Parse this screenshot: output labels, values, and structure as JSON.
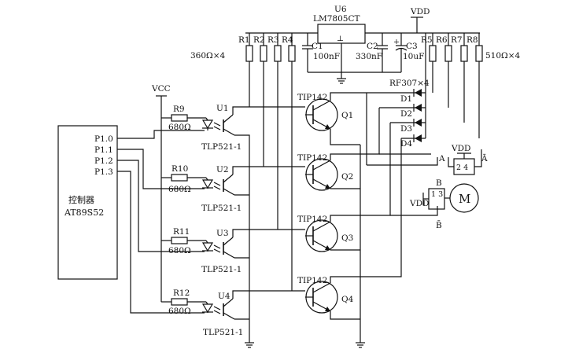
{
  "regulator": {
    "ref": "U6",
    "part": "LM7805CT"
  },
  "supplies": {
    "vdd_top": "VDD",
    "vcc": "VCC",
    "vdd_a": "VDD",
    "vdd_b": "VDD"
  },
  "base_resistors": {
    "refs": [
      "R1",
      "R2",
      "R3",
      "R4"
    ],
    "value": "360Ω×4"
  },
  "caps": [
    {
      "ref": "C1",
      "value": "100nF"
    },
    {
      "ref": "C2",
      "value": "330nF"
    },
    {
      "ref": "C3",
      "value": "10uF",
      "polarity": "+"
    }
  ],
  "pullup_resistors": {
    "refs": [
      "R5",
      "R6",
      "R7",
      "R8"
    ],
    "value": "510Ω×4"
  },
  "diodes": {
    "part": "RF307×4",
    "refs": [
      "D1",
      "D2",
      "D3",
      "D4"
    ]
  },
  "controller": {
    "label": "控制器",
    "part": "AT89S52",
    "pins": [
      "P1.0",
      "P1.1",
      "P1.2",
      "P1.3"
    ]
  },
  "opto_channels": [
    {
      "res_ref": "R9",
      "res_val": "680Ω",
      "opto": "U1",
      "opto_part": "TLP521-1"
    },
    {
      "res_ref": "R10",
      "res_val": "680Ω",
      "opto": "U2",
      "opto_part": "TLP521-1"
    },
    {
      "res_ref": "R11",
      "res_val": "680Ω",
      "opto": "U3",
      "opto_part": "TLP521-1"
    },
    {
      "res_ref": "R12",
      "res_val": "680Ω",
      "opto": "U4",
      "opto_part": "TLP521-1"
    }
  ],
  "transistors": [
    {
      "part": "TIP142",
      "ref": "Q1"
    },
    {
      "part": "TIP142",
      "ref": "Q2"
    },
    {
      "part": "TIP142",
      "ref": "Q3"
    },
    {
      "part": "TIP142",
      "ref": "Q4"
    }
  ],
  "motor": {
    "symbol": "M",
    "phase_a": "A",
    "phase_a_bar": "Ā",
    "phase_b": "B",
    "phase_b_bar": "B̄",
    "pins_a": "2 4",
    "pins_b": "1 3",
    "reg_pin_marker": "⊥"
  }
}
